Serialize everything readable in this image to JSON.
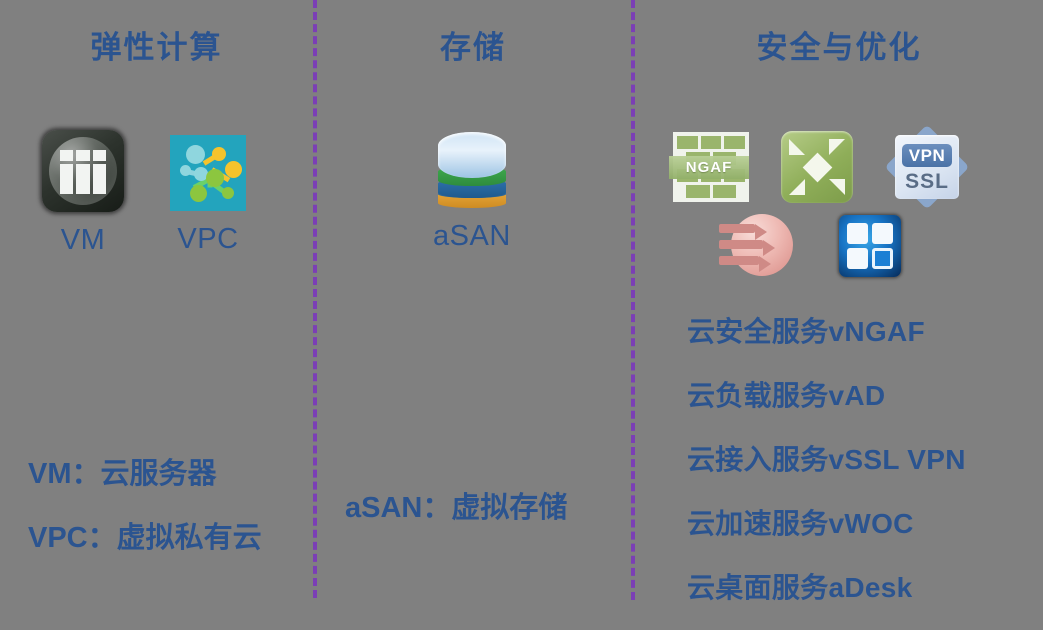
{
  "background_color": "#808080",
  "accent_color": "#2B5490",
  "divider_color": "#7B3FB5",
  "columns": [
    {
      "id": "compute",
      "title": "弹性计算",
      "icons": [
        {
          "name": "vm-icon",
          "label": "VM"
        },
        {
          "name": "vpc-icon",
          "label": "VPC"
        }
      ],
      "descriptions": [
        "VM：云服务器",
        "VPC：虚拟私有云"
      ]
    },
    {
      "id": "storage",
      "title": "存储",
      "icons": [
        {
          "name": "asan-icon",
          "label": "aSAN"
        }
      ],
      "descriptions": [
        "aSAN：虚拟存储"
      ]
    },
    {
      "id": "security",
      "title": "安全与优化",
      "icons": [
        {
          "name": "ngaf-icon",
          "label": "NGAF"
        },
        {
          "name": "vad-icon",
          "label": ""
        },
        {
          "name": "vpn-ssl-icon",
          "label": ""
        },
        {
          "name": "woc-icon",
          "label": ""
        },
        {
          "name": "adesk-icon",
          "label": ""
        }
      ],
      "icon_text": {
        "ngaf": "NGAF",
        "vpn": "VPN",
        "ssl": "SSL"
      },
      "services": [
        "云安全服务vNGAF",
        "云负载服务vAD",
        "云接入服务vSSL VPN",
        "云加速服务vWOC",
        "云桌面服务aDesk"
      ]
    }
  ]
}
